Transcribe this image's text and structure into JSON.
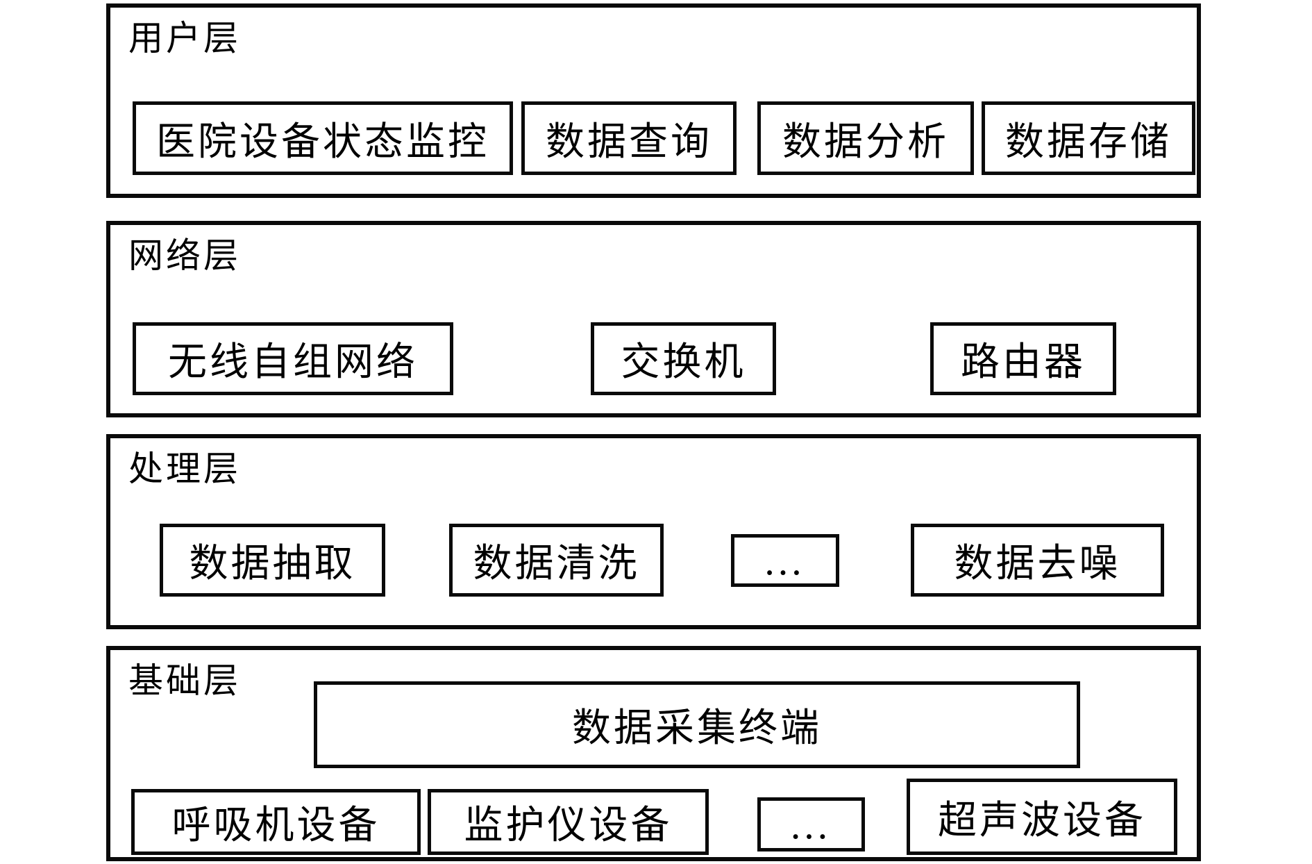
{
  "diagram": {
    "type": "layered-architecture",
    "colors": {
      "border": "#0a0a0a",
      "background": "#ffffff",
      "text": "#000000"
    },
    "layers": [
      {
        "title": "用户层",
        "boxes": [
          {
            "label": "医院设备状态监控"
          },
          {
            "label": "数据查询"
          },
          {
            "label": "数据分析"
          },
          {
            "label": "数据存储"
          }
        ]
      },
      {
        "title": "网络层",
        "boxes": [
          {
            "label": "无线自组网络"
          },
          {
            "label": "交换机"
          },
          {
            "label": "路由器"
          }
        ]
      },
      {
        "title": "处理层",
        "boxes": [
          {
            "label": "数据抽取"
          },
          {
            "label": "数据清洗"
          },
          {
            "label": "…"
          },
          {
            "label": "数据去噪"
          }
        ]
      },
      {
        "title": "基础层",
        "terminal_box": {
          "label": "数据采集终端"
        },
        "boxes": [
          {
            "label": "呼吸机设备"
          },
          {
            "label": "监护仪设备"
          },
          {
            "label": "…"
          },
          {
            "label": "超声波设备"
          }
        ]
      }
    ]
  }
}
